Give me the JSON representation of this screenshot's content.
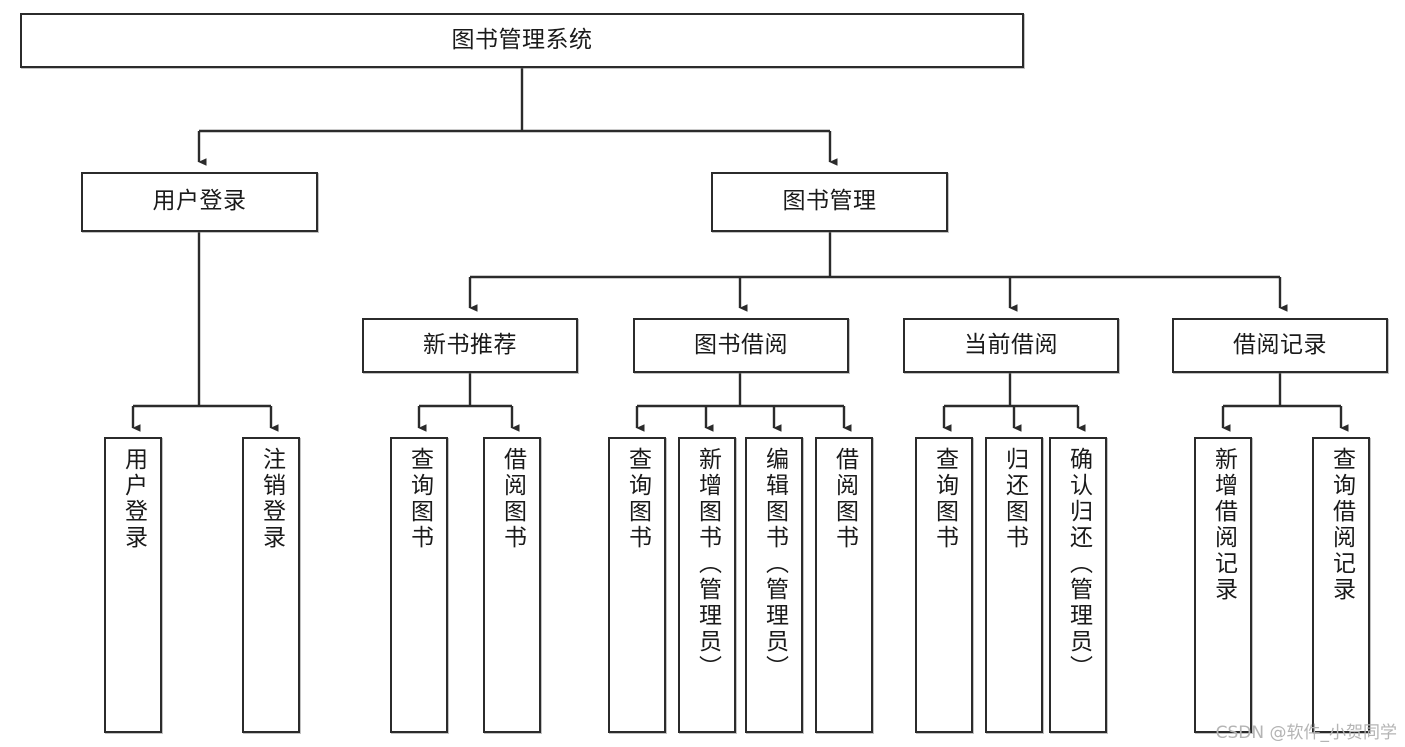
{
  "diagram": {
    "title": "图书管理系统",
    "type": "tree",
    "root": {
      "id": "root",
      "label": "图书管理系统",
      "orientation": "horizontal"
    },
    "level2": [
      {
        "id": "user-login",
        "label": "用户登录",
        "orientation": "horizontal"
      },
      {
        "id": "book-management",
        "label": "图书管理",
        "orientation": "horizontal"
      }
    ],
    "level3": [
      {
        "id": "new-book-recommend",
        "label": "新书推荐",
        "orientation": "horizontal",
        "parent": "book-management"
      },
      {
        "id": "book-borrow",
        "label": "图书借阅",
        "orientation": "horizontal",
        "parent": "book-management"
      },
      {
        "id": "current-borrow",
        "label": "当前借阅",
        "orientation": "horizontal",
        "parent": "book-management"
      },
      {
        "id": "borrow-record",
        "label": "借阅记录",
        "orientation": "horizontal",
        "parent": "book-management"
      }
    ],
    "leaves": [
      {
        "id": "leaf-user-login",
        "label": "用户登录",
        "parent": "user-login"
      },
      {
        "id": "leaf-user-logout",
        "label": "注销登录",
        "parent": "user-login"
      },
      {
        "id": "leaf-query-book-1",
        "label": "查询图书",
        "parent": "new-book-recommend"
      },
      {
        "id": "leaf-borrow-book-1",
        "label": "借阅图书",
        "parent": "new-book-recommend"
      },
      {
        "id": "leaf-query-book-2",
        "label": "查询图书",
        "parent": "book-borrow"
      },
      {
        "id": "leaf-add-book",
        "label": "新增图书（管理员）",
        "parent": "book-borrow"
      },
      {
        "id": "leaf-edit-book",
        "label": "编辑图书（管理员）",
        "parent": "book-borrow"
      },
      {
        "id": "leaf-borrow-book-2",
        "label": "借阅图书",
        "parent": "book-borrow"
      },
      {
        "id": "leaf-query-book-3",
        "label": "查询图书",
        "parent": "current-borrow"
      },
      {
        "id": "leaf-return-book",
        "label": "归还图书",
        "parent": "current-borrow"
      },
      {
        "id": "leaf-confirm-return",
        "label": "确认归还（管理员）",
        "parent": "current-borrow"
      },
      {
        "id": "leaf-add-record",
        "label": "新增借阅记录",
        "parent": "borrow-record"
      },
      {
        "id": "leaf-query-record",
        "label": "查询借阅记录",
        "parent": "borrow-record"
      }
    ],
    "watermark": "CSDN @软件_小贺同学",
    "colors": {
      "border": "#2b2b2b",
      "text": "#1a1a1a",
      "background": "#ffffff",
      "watermark": "#b4b4b4"
    }
  }
}
